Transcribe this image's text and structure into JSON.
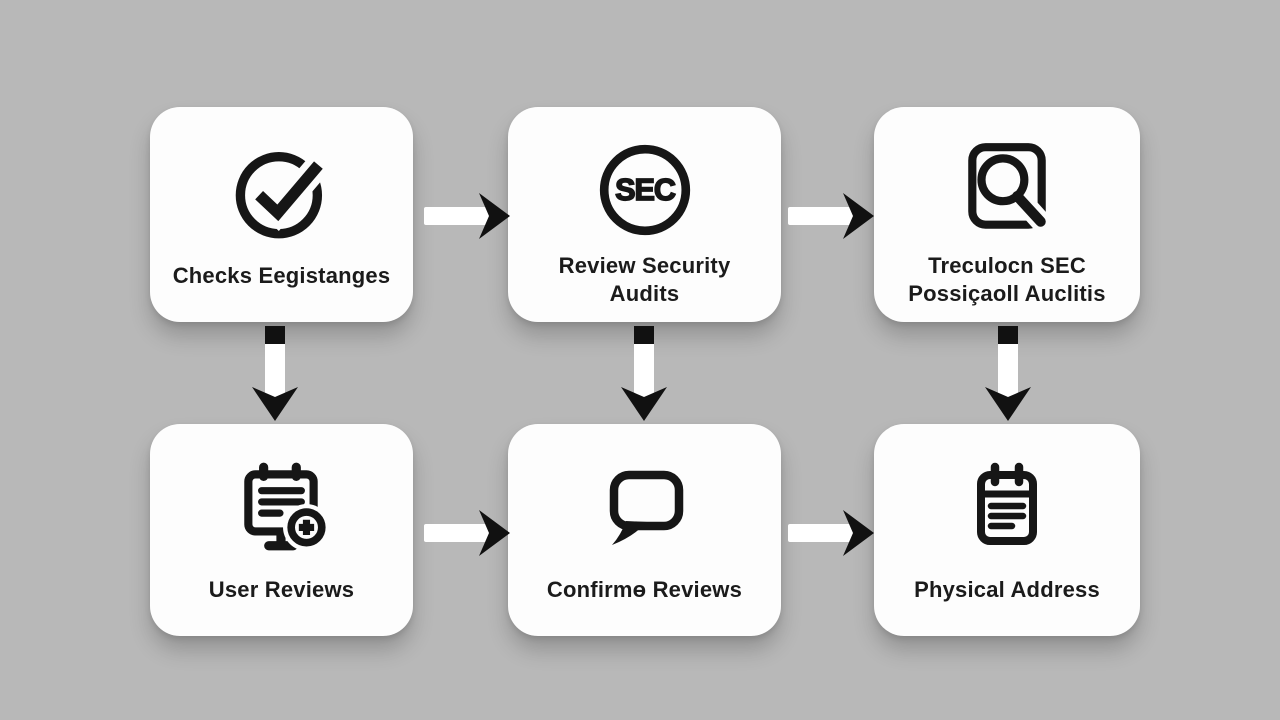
{
  "palette": {
    "background": "#b8b8b8",
    "card": "#fdfdfd",
    "ink": "#161616",
    "arrow_shaft": "#ffffff",
    "arrow_head": "#111111"
  },
  "boxes": [
    {
      "id": "checks-registrations",
      "icon": "check-circle-icon",
      "line1": "Checks Eegistanges",
      "line2": ""
    },
    {
      "id": "review-security-audits",
      "icon": "sec-badge-icon",
      "line1": "Review Security",
      "line2": "Audits",
      "badge_text": "SEC"
    },
    {
      "id": "sec-audits-search",
      "icon": "magnifier-document-icon",
      "line1": "Treculocn SEC",
      "line2": "Possiçaoll Auclitis"
    },
    {
      "id": "user-reviews",
      "icon": "review-board-add-icon",
      "line1": "User Reviews",
      "line2": ""
    },
    {
      "id": "confirm-reviews",
      "icon": "speech-bubble-icon",
      "line1": "Confirmɵ Reviews",
      "line2": ""
    },
    {
      "id": "physical-address",
      "icon": "notepad-icon",
      "line1": "Physical Address",
      "line2": ""
    }
  ],
  "connectors": {
    "right_arrow_count": 4,
    "down_arrow_count": 3
  }
}
